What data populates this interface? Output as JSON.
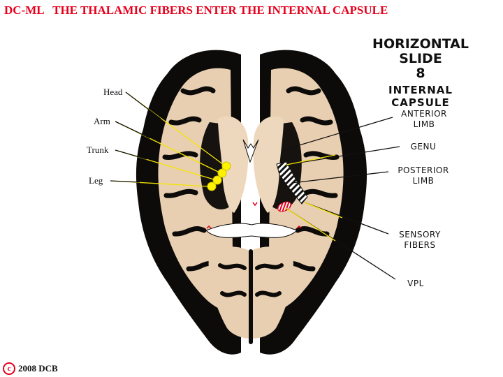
{
  "title": "DC-ML   THE THALAMIC FIBERS ENTER THE INTERNAL CAPSULE",
  "slide": {
    "line1": "HORIZONTAL",
    "line2": "SLIDE",
    "line3": "8",
    "line4": "INTERNAL CAPSULE"
  },
  "left_labels": {
    "head": "Head",
    "arm": "Arm",
    "trunk": "Trunk",
    "leg": "Leg"
  },
  "right_labels": {
    "anterior_1": "ANTERIOR",
    "anterior_2": "LIMB",
    "genu": "GENU",
    "posterior_1": "POSTERIOR",
    "posterior_2": "LIMB",
    "sensory_1": "SENSORY",
    "sensory_2": "FIBERS",
    "vpl": "VPL"
  },
  "copyright": {
    "symbol": "c",
    "text": "2008  DCB"
  },
  "colors": {
    "title": "#e8001c",
    "white_matter": "#f2dcc4",
    "gray_matter": "#0a0a0a",
    "highlight": "#fff200",
    "pointer_yellow": "#f5e400"
  }
}
